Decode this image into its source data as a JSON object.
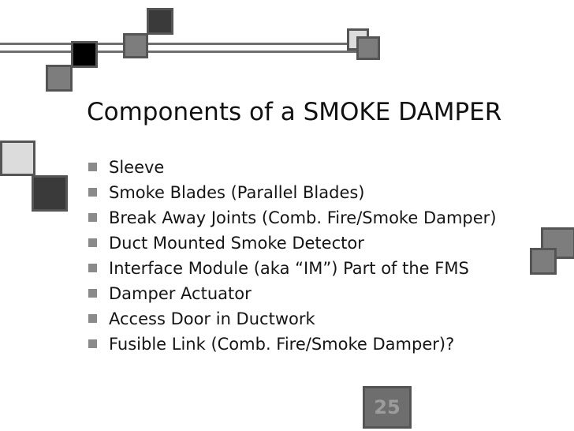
{
  "slide": {
    "title": "Components of a SMOKE DAMPER",
    "bullets": [
      "Sleeve",
      "Smoke Blades (Parallel Blades)",
      "Break Away Joints (Comb. Fire/Smoke Damper)",
      "Duct Mounted Smoke Detector",
      "Interface Module (aka “IM”) Part of the FMS",
      "Damper Actuator",
      "Access Door in Ductwork",
      "Fusible Link (Comb. Fire/Smoke Damper)?"
    ],
    "page_number": "25",
    "bullet_icon": "square-bullet-icon"
  },
  "colors": {
    "background": "#ffffff",
    "text": "#111111",
    "decor_dark": "#3a3a3a",
    "decor_mid": "#7d7d7d",
    "decor_light": "#dcdcdc",
    "decor_border": "#555555"
  }
}
